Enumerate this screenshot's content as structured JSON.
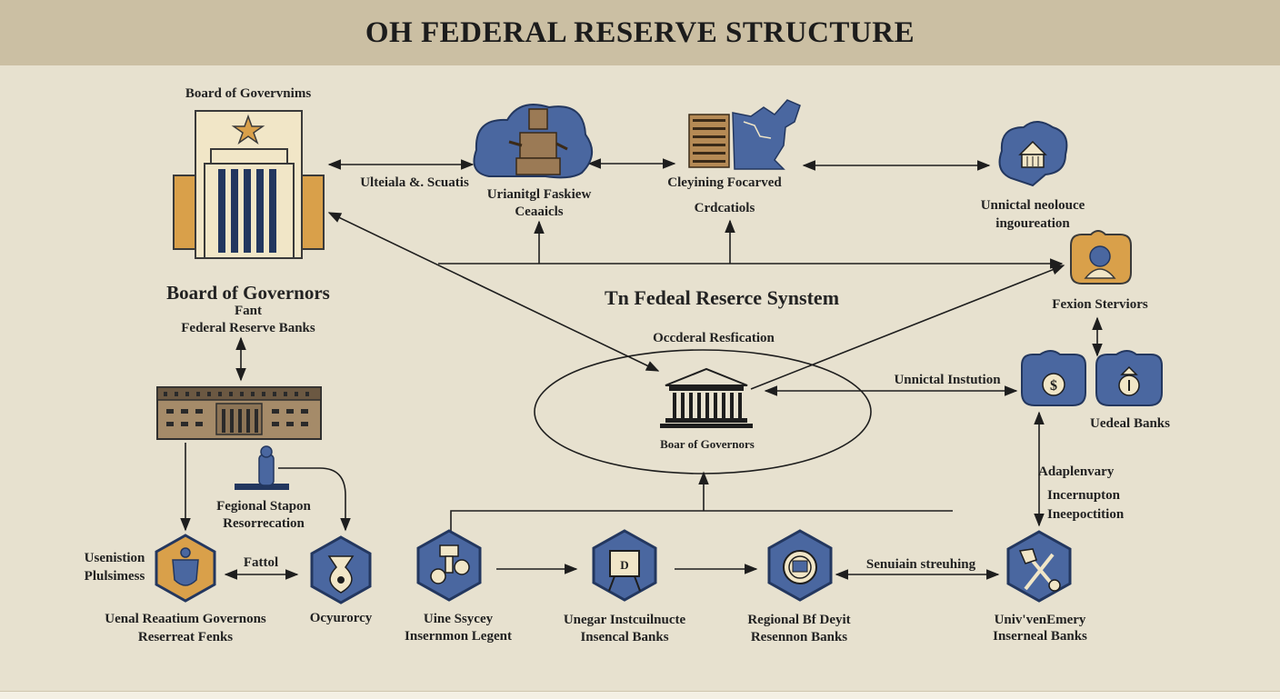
{
  "title": "OH FEDERAL  RESERVE STRUCTURE",
  "labels": {
    "board_top": "Board of Govervnims",
    "ultimate": "Ulteiala &. Scuatis",
    "urianitgl": "Urianitgl Faskiew",
    "cesaicls": "Ceaaicls",
    "cleyining": "Cleyining Focarved",
    "crdcatiols": "Crdcatiols",
    "unnictal_top": "Unnictal neolouce",
    "ingouresation": "ingoureation",
    "board_gov": "Board of Governors",
    "fant": "Fant",
    "frb": "Federal Reserve Banks",
    "fed_system": "Tn Fedeal Reserce Synstem",
    "occeral": "Occderal Resfication",
    "board_center": "Boar of Governors",
    "fexion": "Fexion Sterviors",
    "unnictal_inst": "Unnictal Instution",
    "uedeal": "Uedeal Banks",
    "adaplenvary": "Adaplenvary",
    "incernupton": "Incernupton",
    "ineepoctition": "Ineepoctition",
    "fegional_1": "Fegional Stapon",
    "fegional_2": "Resorrecation",
    "usenistion_1": "Usenistion",
    "usenistion_2": "Plulsimess",
    "fattol": "Fattol",
    "uenal_1": "Uenal Reaatium Governons",
    "uenal_2": "Reserreat Fenks",
    "ocyurorcy": "Ocyurorcy",
    "uine_1": "Uine Ssycey",
    "uine_2": "Insernmon Legent",
    "unegar_1": "Unegar Instcuilnucte",
    "unegar_2": "Insencal Banks",
    "regional_1": "Regional Bf Deyit",
    "regional_2": "Resennon Banks",
    "senuiain": "Senuiain streuhing",
    "univ_1": "Univ'venEmery",
    "univ_2": "Inserneal Banks",
    "hex_d_letter": "D",
    "coin_letter": "$"
  },
  "colors": {
    "bar": "#cbbfa3",
    "background": "#e7e1cf",
    "navy": "#4a67a0",
    "navy_dark": "#23375f",
    "ochre": "#d9a04a",
    "brown": "#9b7a55",
    "ink": "#1e1e1e"
  },
  "icons": {
    "board_building": "federal-building-icon",
    "cloud_person": "cloud-figure-icon",
    "map": "us-map-icon",
    "cloud_bank": "cloud-bank-icon",
    "person_badge": "person-badge-icon",
    "money_bag": "money-bag-icon",
    "bank_badge": "bank-badge-icon",
    "long_building": "bank-building-icon",
    "statue": "person-statue-icon",
    "crest": "crest-hexagon-icon",
    "coin_bag": "coin-bag-hexagon-icon",
    "gears": "gears-hexagon-icon",
    "easel": "easel-hexagon-icon",
    "seal": "seal-hexagon-icon",
    "tools": "tools-hexagon-icon",
    "temple": "temple-icon"
  }
}
